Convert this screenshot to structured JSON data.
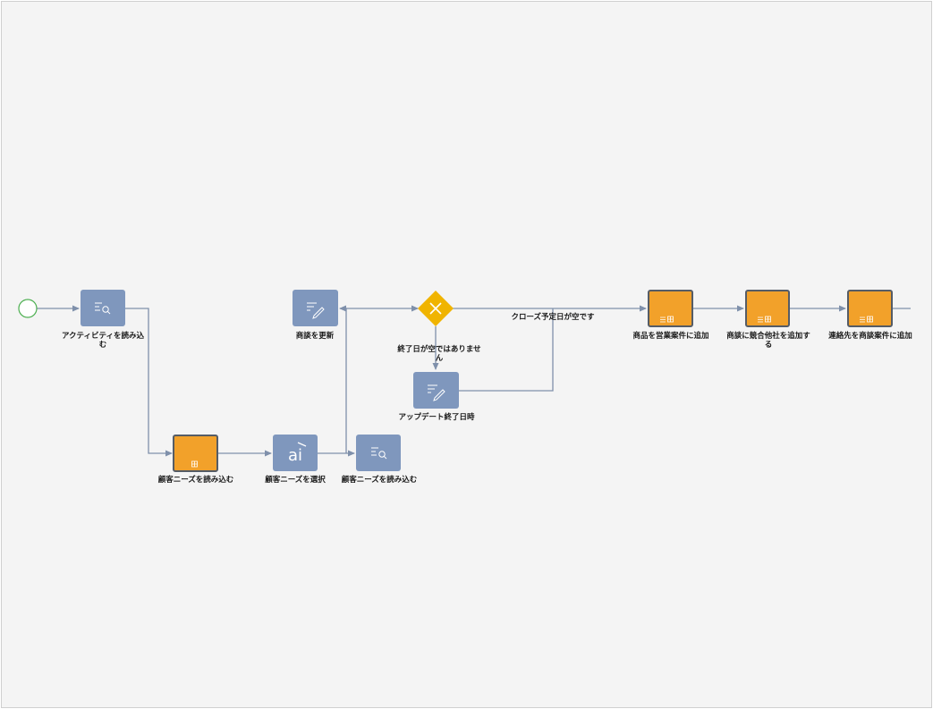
{
  "nodes": {
    "start": {
      "icon": "start-event-icon"
    },
    "load_activity": {
      "label": "アクティビティを読み込む",
      "icon": "lookup-icon"
    },
    "load_needs_1": {
      "label": "顧客ニーズを読み込む",
      "icon": "table-icon"
    },
    "select_needs": {
      "label": "顧客ニーズを選択",
      "icon": "ai-icon",
      "glyph": "ai"
    },
    "load_needs_2": {
      "label": "顧客ニーズを読み込む",
      "icon": "lookup-icon"
    },
    "update_deal": {
      "label": "商談を更新",
      "icon": "edit-icon"
    },
    "decision": {
      "icon": "exclusive-gateway-icon"
    },
    "update_end_date": {
      "label": "アップデート終了日時",
      "icon": "edit-icon"
    },
    "add_product": {
      "label": "商品を営業案件に追加",
      "icon": "table-icon"
    },
    "add_competitor": {
      "label": "商談に競合他社を追加する",
      "icon": "table-icon"
    },
    "add_contact": {
      "label": "連絡先を商談案件に追加",
      "icon": "table-icon"
    }
  },
  "edges": {
    "close_date_empty": "クローズ予定日が空です",
    "end_date_not_empty": "終了日が空ではありません"
  },
  "colors": {
    "canvas": "#f4f4f4",
    "task": "#7f97bd",
    "subprocess": "#f2a12a",
    "subprocess_border": "#555c66",
    "gateway": "#f0b400",
    "start": "#4caf50",
    "line": "#7f90ab"
  }
}
